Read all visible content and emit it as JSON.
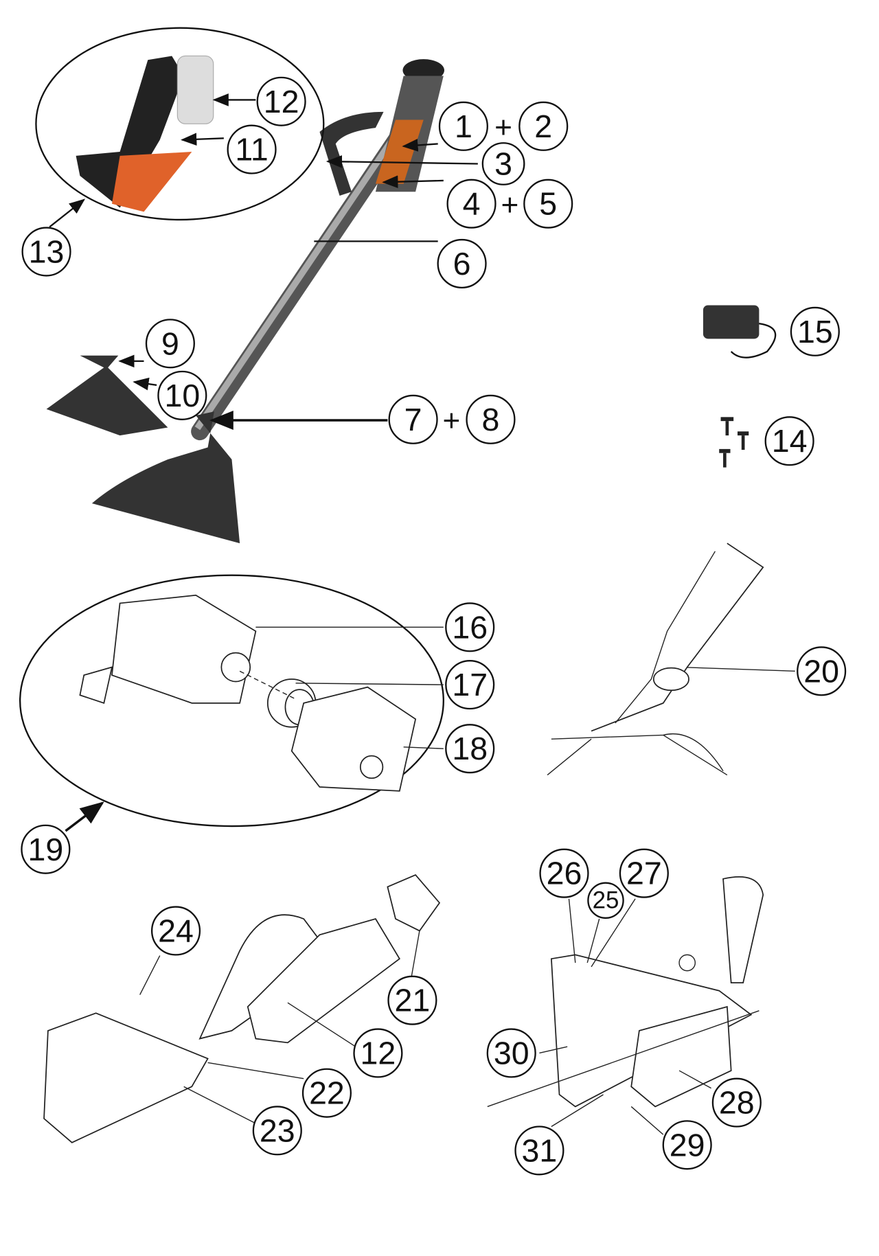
{
  "diagram": {
    "type": "exploded parts diagram",
    "labels": {
      "p1": "1",
      "p2": "2",
      "p3": "3",
      "p4": "4",
      "p5": "5",
      "p6": "6",
      "p7": "7",
      "p8": "8",
      "p9": "9",
      "p10": "10",
      "p11": "11",
      "p12": "12",
      "p13": "13",
      "p14": "14",
      "p15": "15",
      "p16": "16",
      "p17": "17",
      "p18": "18",
      "p19": "19",
      "p20": "20",
      "p21": "21",
      "p22": "22",
      "p23": "23",
      "p24": "24",
      "p12b": "12",
      "p25": "25",
      "p26": "26",
      "p27": "27",
      "p28": "28",
      "p29": "29",
      "p30": "30",
      "p31": "31"
    },
    "plus": "+",
    "colors": {
      "accent": "#e0622a",
      "body": "#2b2b2b",
      "pole": "#8a8a8a"
    }
  }
}
